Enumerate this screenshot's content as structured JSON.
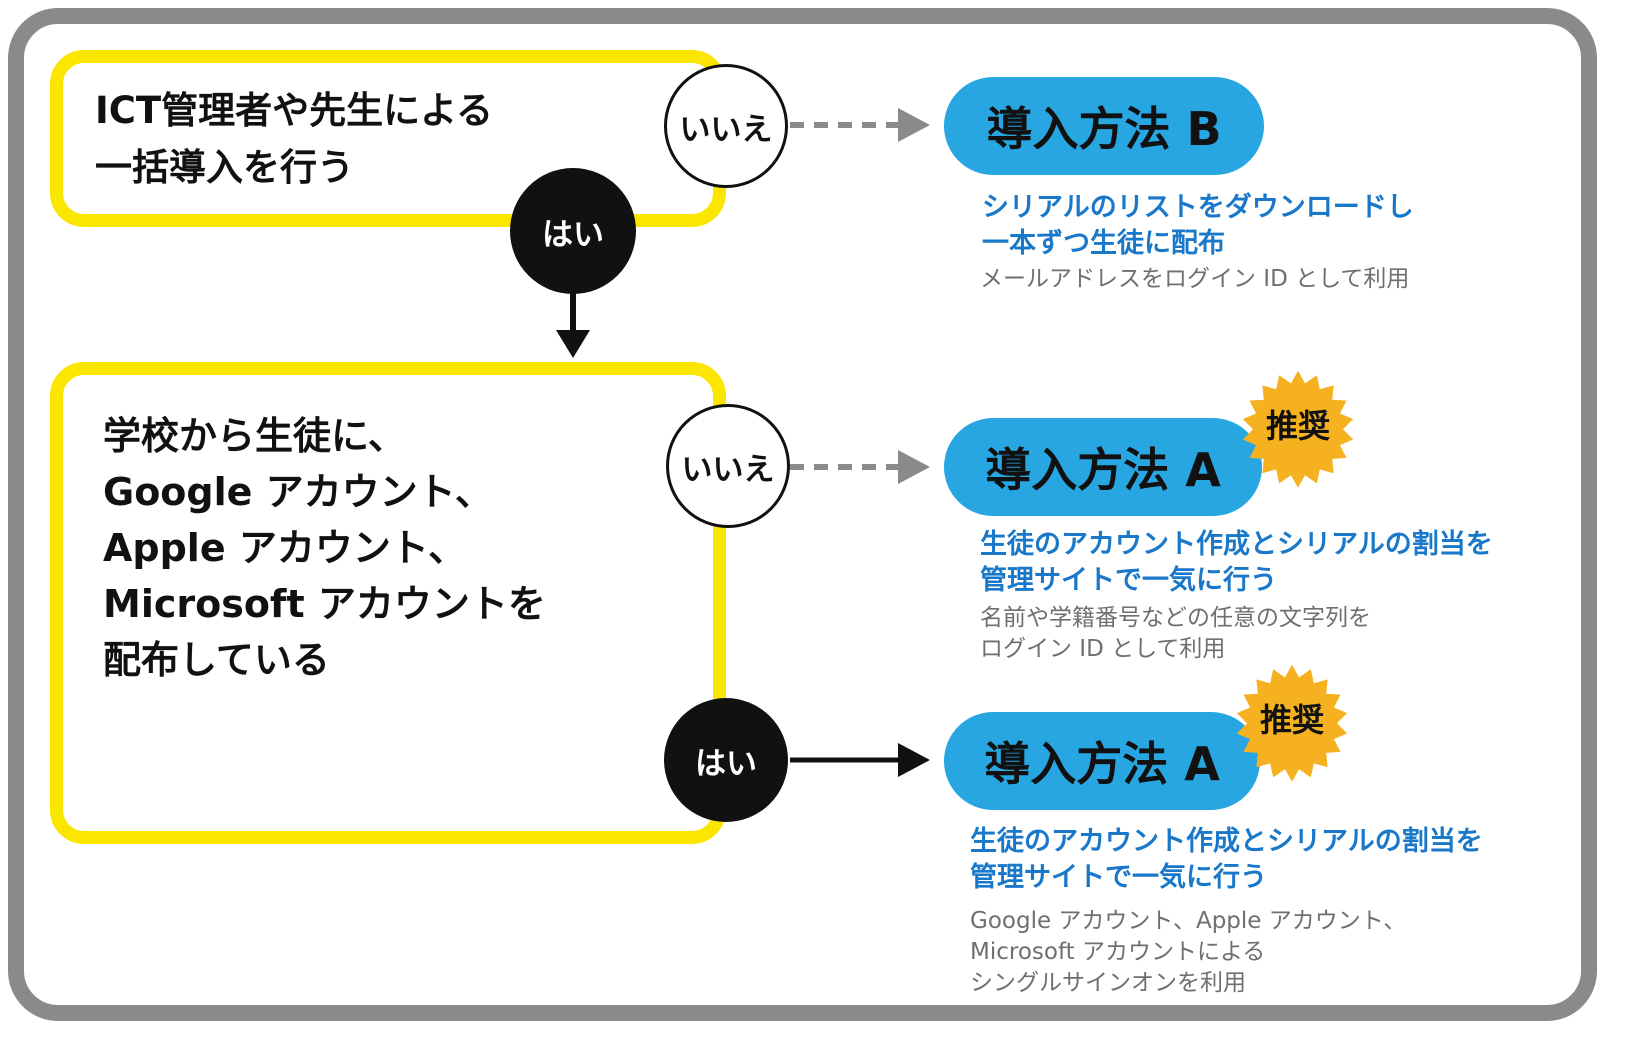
{
  "question1": "ICT管理者や先生による\n一括導入を行う",
  "question2": "学校から生徒に、\nGoogle アカウント、\nApple アカウント、\nMicrosoft アカウントを\n配布している",
  "no_label": "いいえ",
  "yes_label": "はい",
  "recommend_label": "推奨",
  "method_b": {
    "title": "導入方法 B",
    "desc": "シリアルのリストをダウンロードし\n一本ずつ生徒に配布",
    "note": "メールアドレスをログイン ID として利用"
  },
  "method_a1": {
    "title": "導入方法 A",
    "desc": "生徒のアカウント作成とシリアルの割当を\n管理サイトで一気に行う",
    "note": "名前や学籍番号などの任意の文字列を\nログイン ID として利用"
  },
  "method_a2": {
    "title": "導入方法 A",
    "desc": "生徒のアカウント作成とシリアルの割当を\n管理サイトで一気に行う",
    "note": "Google アカウント、Apple アカウント、\nMicrosoft アカウントによる\nシングルサインオンを利用"
  },
  "colors": {
    "frame": "#8a8a8a",
    "question_border": "#fbe600",
    "method_pill": "#27a6e1",
    "description": "#1978c9",
    "note": "#6f6f6f",
    "badge": "#f5b120",
    "dashed_arrow": "#8a8a8a"
  }
}
